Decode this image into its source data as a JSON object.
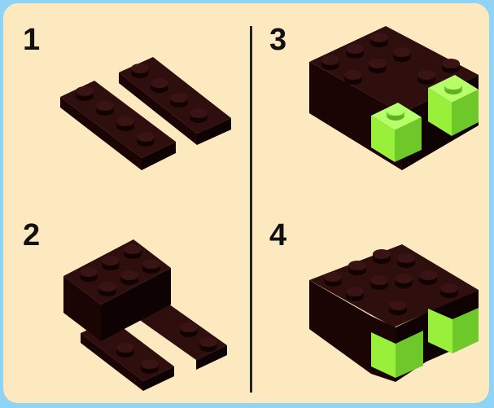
{
  "steps": [
    {
      "number": "1"
    },
    {
      "number": "2"
    },
    {
      "number": "3"
    },
    {
      "number": "4"
    }
  ],
  "colors": {
    "outer_background": "#8fd4f4",
    "panel_background": "#fde9bf",
    "brick_dark": "#2a0a0a",
    "brick_green": "#99f03a",
    "divider": "#222222"
  }
}
